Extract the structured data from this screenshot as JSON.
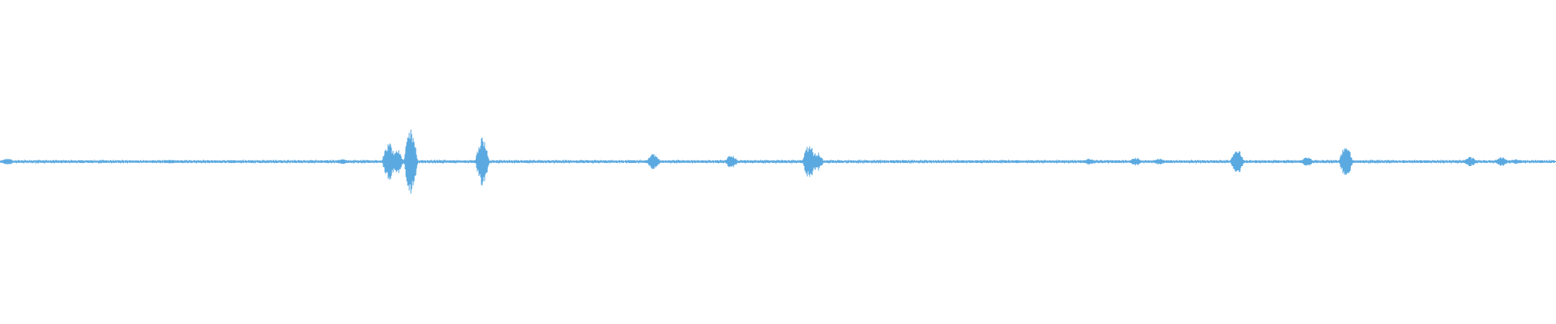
{
  "waveform": {
    "color": "#5aa9e0",
    "background": "#ffffff",
    "baseline_amplitude": 0.006,
    "bursts": [
      {
        "t": 0.005,
        "a": 0.02
      },
      {
        "t": 0.11,
        "a": 0.012
      },
      {
        "t": 0.22,
        "a": 0.015
      },
      {
        "t": 0.25,
        "a": 0.12
      },
      {
        "t": 0.255,
        "a": 0.08
      },
      {
        "t": 0.264,
        "a": 0.2
      },
      {
        "t": 0.31,
        "a": 0.16
      },
      {
        "t": 0.42,
        "a": 0.05
      },
      {
        "t": 0.47,
        "a": 0.04
      },
      {
        "t": 0.52,
        "a": 0.11
      },
      {
        "t": 0.525,
        "a": 0.06
      },
      {
        "t": 0.7,
        "a": 0.02
      },
      {
        "t": 0.73,
        "a": 0.025
      },
      {
        "t": 0.745,
        "a": 0.02
      },
      {
        "t": 0.795,
        "a": 0.08
      },
      {
        "t": 0.84,
        "a": 0.03
      },
      {
        "t": 0.865,
        "a": 0.1
      },
      {
        "t": 0.945,
        "a": 0.03
      },
      {
        "t": 0.965,
        "a": 0.03
      },
      {
        "t": 0.975,
        "a": 0.015
      }
    ]
  }
}
